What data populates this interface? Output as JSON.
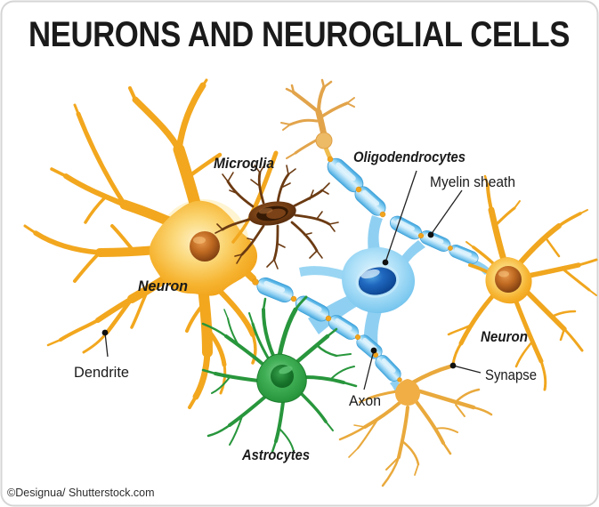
{
  "title": "NEURONS AND NEUROGLIAL CELLS",
  "credit": "©Designua/ Shutterstock.com",
  "labels": {
    "microglia": "Microglia",
    "oligodendrocytes": "Oligodendrocytes",
    "myelin_sheath": "Myelin sheath",
    "neuron_left": "Neuron",
    "neuron_right": "Neuron",
    "dendrite": "Dendrite",
    "synapse": "Synapse",
    "axon": "Axon",
    "astrocytes": "Astrocytes"
  },
  "colors": {
    "neuron_orange": "#F2A71E",
    "neuron_tan": "#E2A44B",
    "axon_terminal_orange": "#E9A93C",
    "nucleus_brown": "#8A4513",
    "microglia_brown": "#6B3A12",
    "astrocyte_green": "#28963C",
    "oligodendrocyte_blue": "#8FD0F2",
    "oligo_nucleus_blue": "#1659AE",
    "myelin_blue": "#45ABE0",
    "node_orange": "#F2A41C",
    "leader_line": "#222222",
    "title_text": "#111111",
    "background": "#FFFFFF",
    "card_border": "#D5D5D5"
  }
}
